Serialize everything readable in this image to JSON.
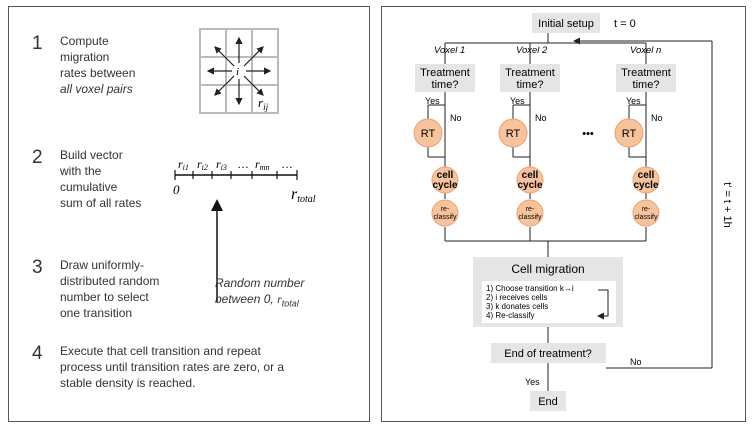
{
  "steps": [
    {
      "number": "1",
      "lines": [
        "Compute",
        "migration",
        "rates between"
      ],
      "italic": "all voxel pairs"
    },
    {
      "number": "2",
      "lines": [
        "Build vector",
        "with the",
        "cumulative",
        "sum of all rates"
      ]
    },
    {
      "number": "3",
      "lines": [
        "Draw uniformly-",
        "distributed random",
        "number to select",
        "one transition"
      ]
    },
    {
      "number": "4",
      "lines": [
        "Execute that cell transition and repeat",
        "process until transition rates are zero, or a",
        "stable density is reached."
      ]
    }
  ],
  "grid": {
    "center": "i",
    "rij_r": "r",
    "rij_sub": "ij"
  },
  "vector": {
    "labels": [
      {
        "r": "r",
        "sub": "i1"
      },
      {
        "r": "r",
        "sub": "i2"
      },
      {
        "r": "r",
        "sub": "i3"
      },
      {
        "r": "r",
        "sub": "mn"
      }
    ],
    "ellipsis1": "…",
    "ellipsis2": "…",
    "zero": "0",
    "total_r": "r",
    "total_sub": "total"
  },
  "random_note": {
    "line1": "Random number",
    "line2_prefix": "between 0,",
    "r": "r",
    "sub": "total"
  },
  "flow": {
    "initial_setup": "Initial setup",
    "t0": "t = 0",
    "voxels": [
      "Voxel 1",
      "Voxel 2",
      "Voxel n"
    ],
    "treatment": [
      "Treatment",
      "time?"
    ],
    "yes": "Yes",
    "no": "No",
    "rt": "RT",
    "cell_cycle": [
      "cell",
      "cycle"
    ],
    "reclassify": [
      "re-",
      "classify"
    ],
    "ellipsis": "•••",
    "cell_migration": "Cell migration",
    "migration_steps": [
      "1) Choose transition k→i",
      "2) i receives cells",
      "3) k donates cells",
      "4) Re-classify"
    ],
    "end_of_treatment": "End of treatment?",
    "end": "End",
    "t_update": "t' = t + 1h"
  },
  "colors": {
    "circle_fill": "#f7c39d",
    "circle_stroke": "#e9a173",
    "box_fill": "#e5e5e5",
    "line": "#222222"
  }
}
